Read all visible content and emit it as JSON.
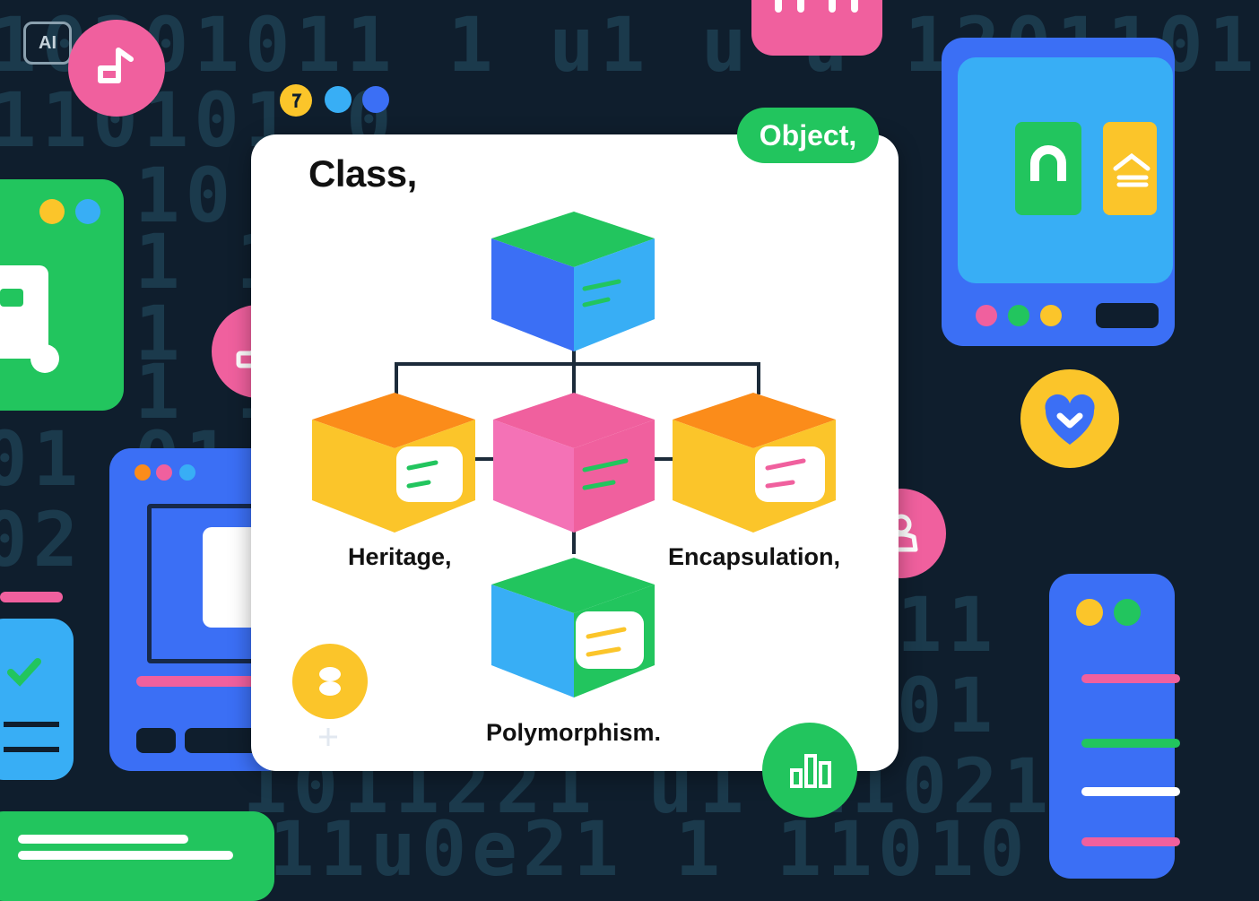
{
  "badge": {
    "ai_label": "AI"
  },
  "background_digits": [
    "10201011 1 u1 u u 1201101",
    "110101 0",
    "10 101",
    "1 101",
    "1 11",
    "1 11 11 1 1",
    "01 01",
    "02 0",
    "11",
    "01",
    "1011221 u1 11021",
    "11u0e21 1 11010"
  ],
  "diagram": {
    "title": "Class,",
    "object_tag": "Object,",
    "nodes": {
      "root": {
        "top": "#22c55e",
        "front": "#3b6ff5",
        "side": "#38aef5"
      },
      "heritage": {
        "label": "Heritage,"
      },
      "center": {
        "label": ""
      },
      "encapsulation": {
        "label": "Encapsulation,"
      },
      "polymorphism": {
        "label": "Polymorphism."
      }
    }
  },
  "colors": {
    "background": "#0f1e2d",
    "green": "#22c55e",
    "blue": "#3b6ff5",
    "light_blue": "#38aef5",
    "pink": "#f0609e",
    "orange": "#fb8c1a",
    "yellow": "#fbc52a"
  },
  "icons": [
    "music-note-icon",
    "puzzle-key-icon",
    "user-icon",
    "chart-icon",
    "heart-shield-icon",
    "magnet-icon",
    "home-icon",
    "robot-icon",
    "check-icon"
  ]
}
